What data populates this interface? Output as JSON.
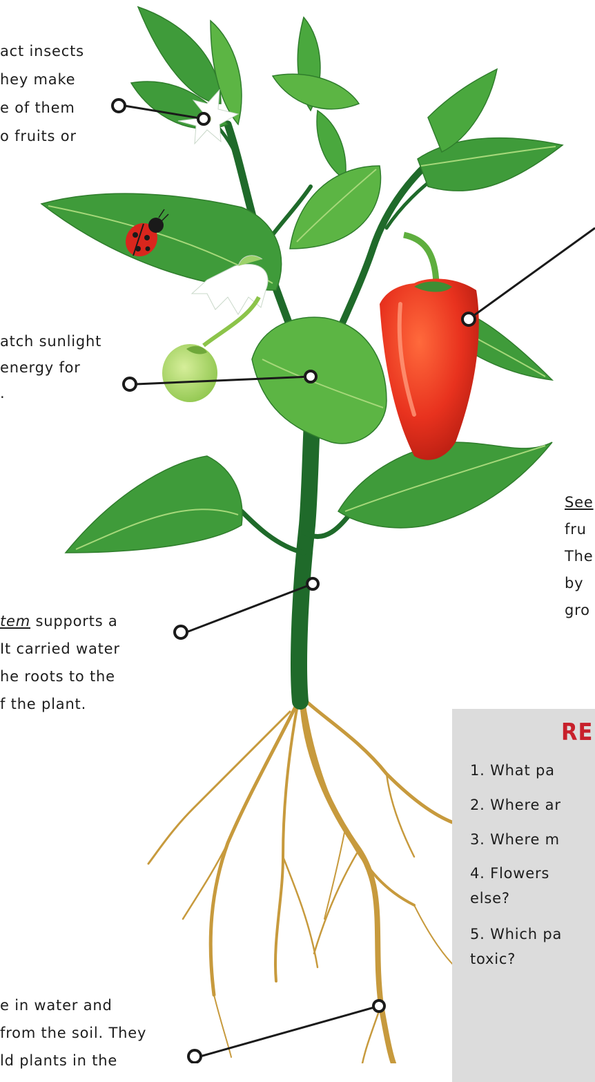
{
  "labels": {
    "flower": [
      "act insects",
      "hey make",
      "e of them",
      "o fruits or"
    ],
    "leaf": [
      "atch sunlight",
      "energy for",
      "."
    ],
    "seed": {
      "term": "See",
      "lines": [
        "fru",
        "The",
        "by",
        "gro"
      ]
    },
    "stem": {
      "term": "tem",
      "rest": " supports a",
      "lines": [
        "It carried water",
        "he roots to the",
        "f the plant."
      ]
    },
    "root": [
      "e in water and",
      "from the soil. They",
      "ld plants in the"
    ]
  },
  "review": {
    "title": "RE",
    "questions": [
      "1. What pa",
      "2. Where ar",
      "3. Where m",
      "4. Flowers",
      "else?",
      "5. Which pa",
      "toxic?"
    ]
  },
  "colors": {
    "leaf": "#3f9b3a",
    "stem": "#1f6a2a",
    "root": "#c79a3d",
    "pepper": "#e8321e",
    "review_title": "#c8202b",
    "review_bg": "#dcdcdc"
  }
}
